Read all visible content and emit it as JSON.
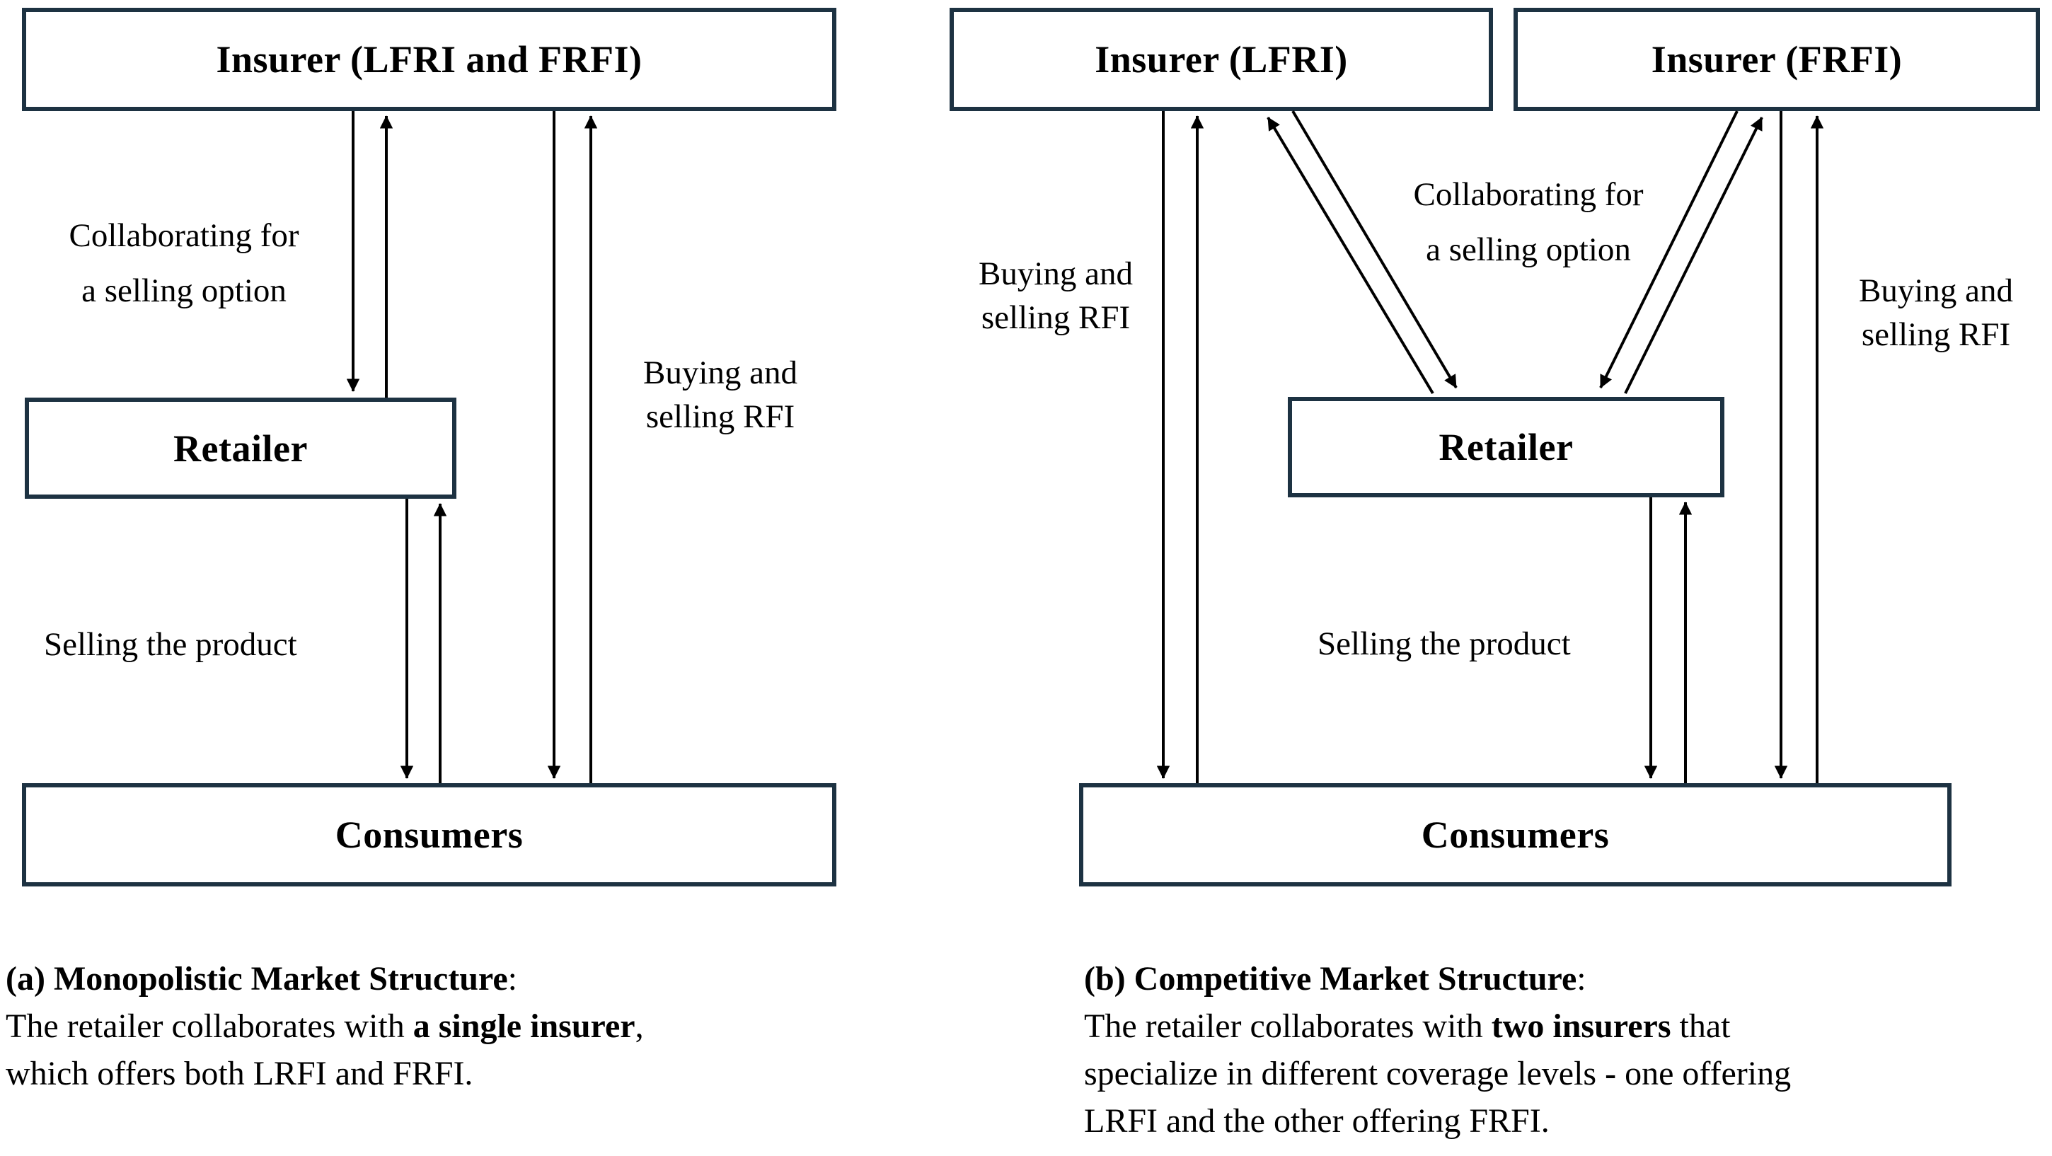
{
  "colors": {
    "box_border": "#1d3242",
    "box_fill": "#ffffff",
    "arrow": "#000000",
    "text": "#000000",
    "background": "#ffffff"
  },
  "panel_a": {
    "boxes": {
      "insurer": "Insurer (LFRI and FRFI)",
      "retailer": "Retailer",
      "consumers": "Consumers"
    },
    "labels": {
      "collaborating": [
        "Collaborating for",
        "a selling option"
      ],
      "buying": [
        "Buying and",
        "selling RFI"
      ],
      "selling": "Selling the product"
    },
    "caption": {
      "tag_and_title": "(a) Monopolistic Market Structure",
      "colon": ":",
      "line2_pre": "The retailer collaborates with ",
      "line2_bold": "a single insurer",
      "line2_post": ",",
      "line3": "which offers both LRFI and FRFI."
    }
  },
  "panel_b": {
    "boxes": {
      "insurer_lfri": "Insurer (LFRI)",
      "insurer_frfi": "Insurer (FRFI)",
      "retailer": "Retailer",
      "consumers": "Consumers"
    },
    "labels": {
      "buying_left": [
        "Buying and",
        "selling RFI"
      ],
      "collaborating": [
        "Collaborating for",
        "a selling option"
      ],
      "buying_right": [
        "Buying and",
        "selling RFI"
      ],
      "selling": "Selling the product"
    },
    "caption": {
      "tag_and_title": "(b) Competitive Market Structure",
      "colon": ":",
      "line2_pre": "The retailer collaborates with ",
      "line2_bold": "two insurers",
      "line2_post": " that",
      "line3_pre": "specialize in different coverage levels ",
      "line3_bold": "-",
      "line3_post": " one offering",
      "line4": "LRFI and the other offering FRFI."
    }
  }
}
